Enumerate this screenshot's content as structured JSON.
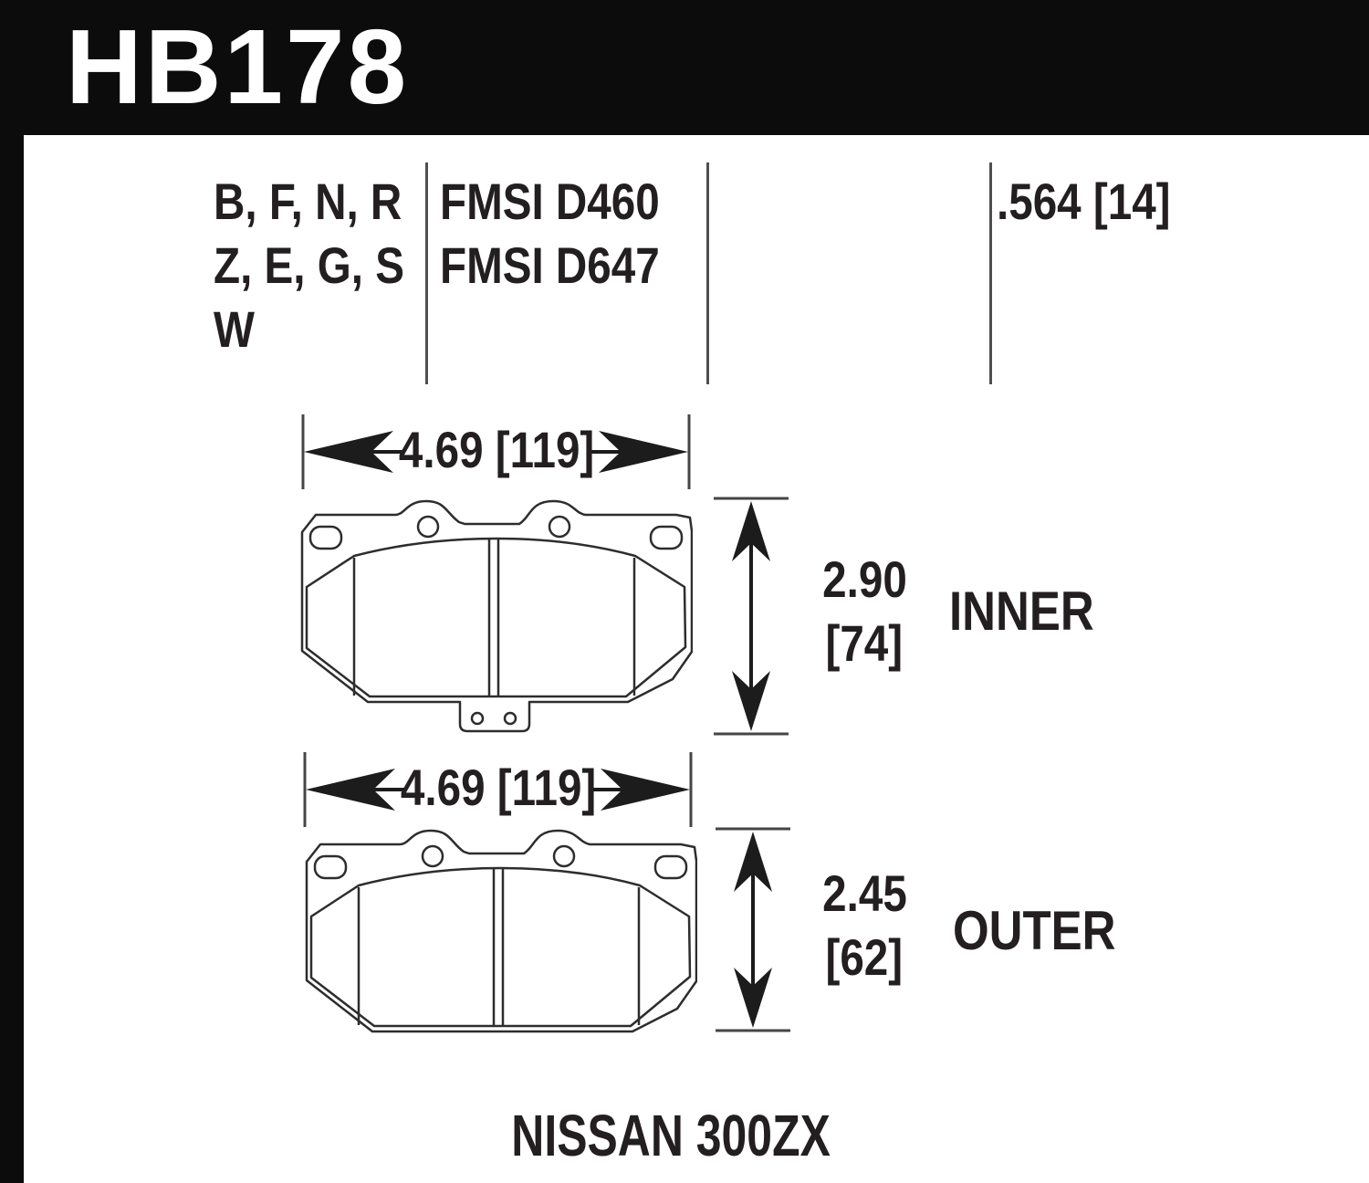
{
  "header": {
    "part_number": "HB178"
  },
  "spec_table": {
    "compounds": [
      "B, F, N, R",
      "Z, E, G, S",
      "W"
    ],
    "fmsi_numbers": [
      "FMSI D460",
      "FMSI D647"
    ],
    "pad_thickness": ".564 [14]"
  },
  "dimensions": {
    "inner_width": "4.69 [119]",
    "outer_width": "4.69 [119]",
    "inner_height": {
      "inches": "2.90",
      "mm": "[74]",
      "label": "INNER"
    },
    "outer_height": {
      "inches": "2.45",
      "mm": "[62]",
      "label": "OUTER"
    }
  },
  "footer": {
    "application": "NISSAN 300ZX"
  },
  "colors": {
    "header_bg": "#0c0c0c",
    "text": "#231f20",
    "drawing_line": "#2d2d2d",
    "divider": "#4f4f4f",
    "arrow": "#1c1c1c"
  }
}
